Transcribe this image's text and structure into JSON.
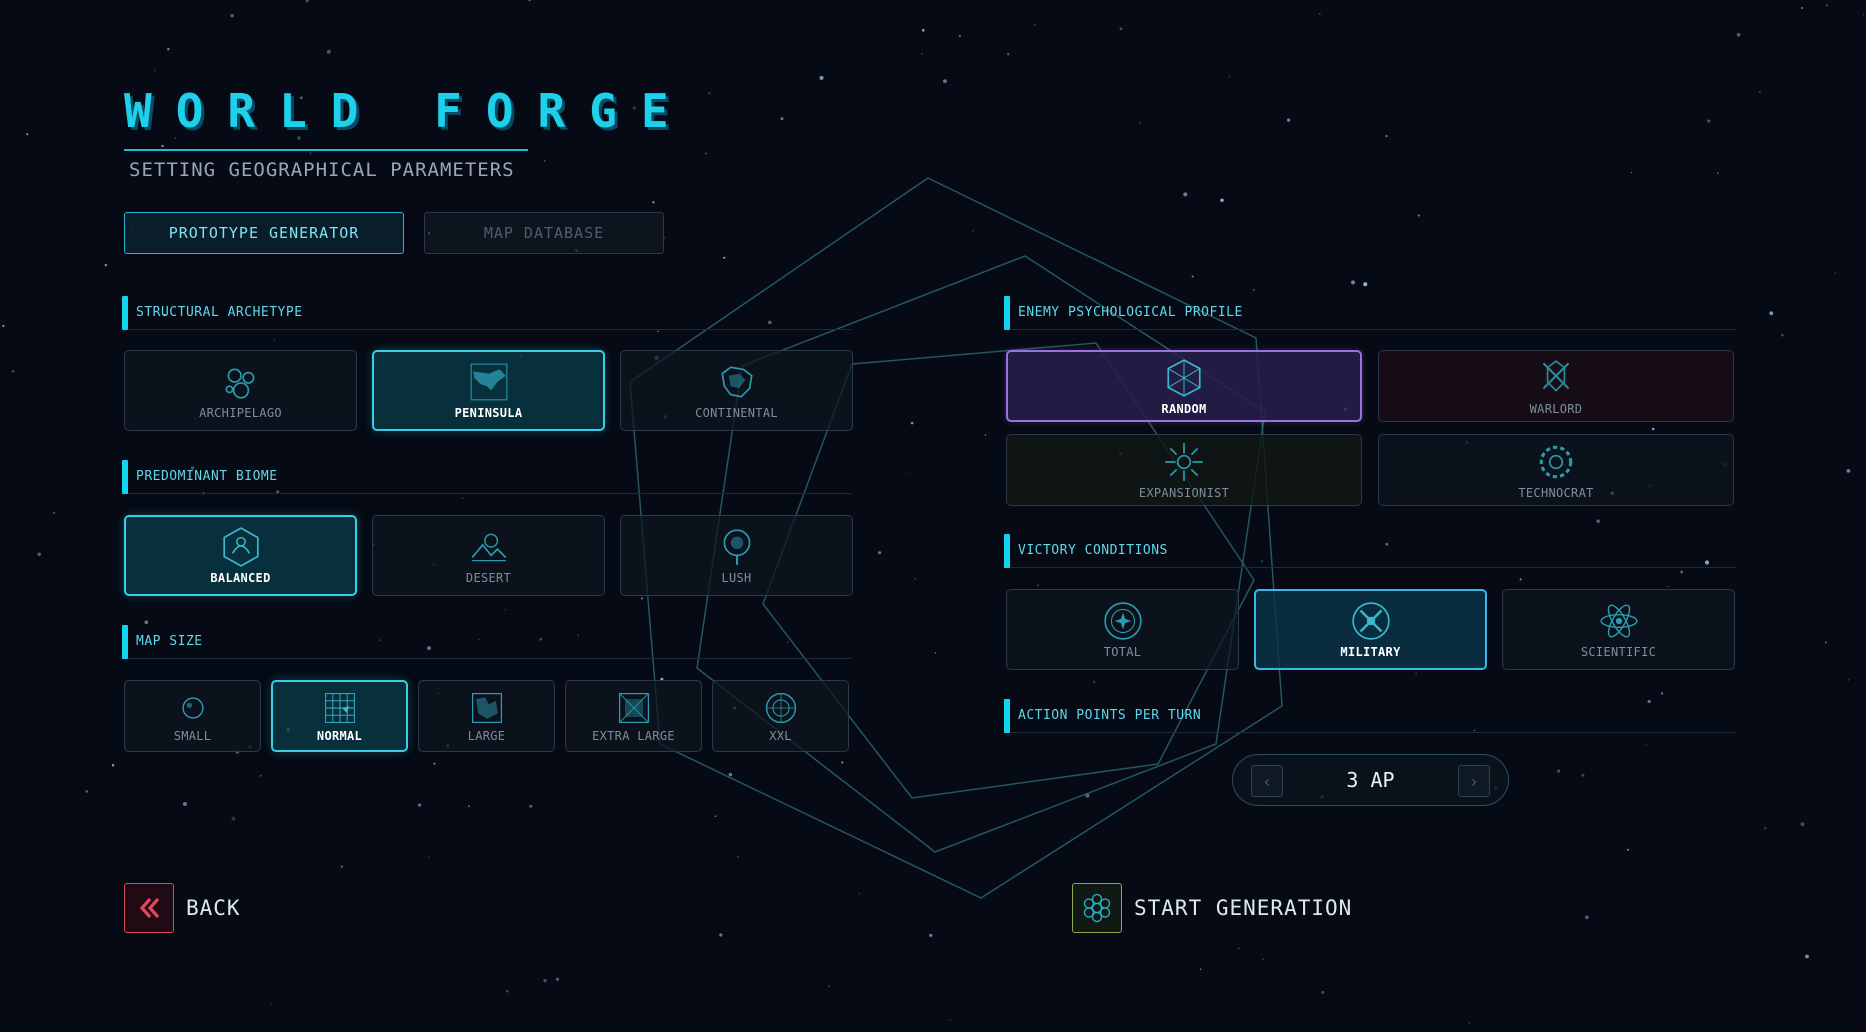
{
  "title": "WORLD FORGE",
  "subtitle": "SETTING GEOGRAPHICAL PARAMETERS",
  "tabs": [
    {
      "label": "PROTOTYPE GENERATOR",
      "active": true
    },
    {
      "label": "MAP DATABASE",
      "active": false
    }
  ],
  "sections": {
    "archetype": {
      "label": "STRUCTURAL ARCHETYPE",
      "options": [
        {
          "label": "ARCHIPELAGO",
          "icon": "archipelago-icon"
        },
        {
          "label": "PENINSULA",
          "icon": "peninsula-icon",
          "selected": true
        },
        {
          "label": "CONTINENTAL",
          "icon": "continental-icon"
        }
      ]
    },
    "biome": {
      "label": "PREDOMINANT BIOME",
      "options": [
        {
          "label": "BALANCED",
          "icon": "balanced-icon",
          "selected": true
        },
        {
          "label": "DESERT",
          "icon": "desert-icon"
        },
        {
          "label": "LUSH",
          "icon": "lush-icon"
        }
      ]
    },
    "size": {
      "label": "MAP SIZE",
      "options": [
        {
          "label": "SMALL",
          "icon": "small-map-icon"
        },
        {
          "label": "NORMAL",
          "icon": "normal-map-icon",
          "selected": true
        },
        {
          "label": "LARGE",
          "icon": "large-map-icon"
        },
        {
          "label": "EXTRA LARGE",
          "icon": "extra-large-map-icon"
        },
        {
          "label": "XXL",
          "icon": "xxl-map-icon"
        }
      ]
    },
    "enemy": {
      "label": "ENEMY PSYCHOLOGICAL PROFILE",
      "options": [
        {
          "label": "RANDOM",
          "icon": "random-icon",
          "selected": true
        },
        {
          "label": "WARLORD",
          "icon": "warlord-icon"
        },
        {
          "label": "EXPANSIONIST",
          "icon": "expansionist-icon"
        },
        {
          "label": "TECHNOCRAT",
          "icon": "technocrat-icon"
        }
      ]
    },
    "victory": {
      "label": "VICTORY CONDITIONS",
      "options": [
        {
          "label": "TOTAL",
          "icon": "total-icon"
        },
        {
          "label": "MILITARY",
          "icon": "military-icon",
          "selected": true
        },
        {
          "label": "SCIENTIFIC",
          "icon": "scientific-icon"
        }
      ]
    },
    "ap": {
      "label": "ACTION POINTS PER TURN",
      "value": "3 AP",
      "prev_icon": "chevron-left-icon",
      "next_icon": "chevron-right-icon"
    }
  },
  "footer": {
    "back_label": "BACK",
    "back_icon": "double-chevron-left-icon",
    "start_label": "START GENERATION",
    "start_icon": "gear-flower-icon"
  },
  "colors": {
    "accent": "#1fd0ea",
    "selected_border": "#38cfe6",
    "random_border": "#9a72e0",
    "back_border": "#d04a58",
    "start_border": "#8fa64a",
    "background": "#050a14"
  }
}
